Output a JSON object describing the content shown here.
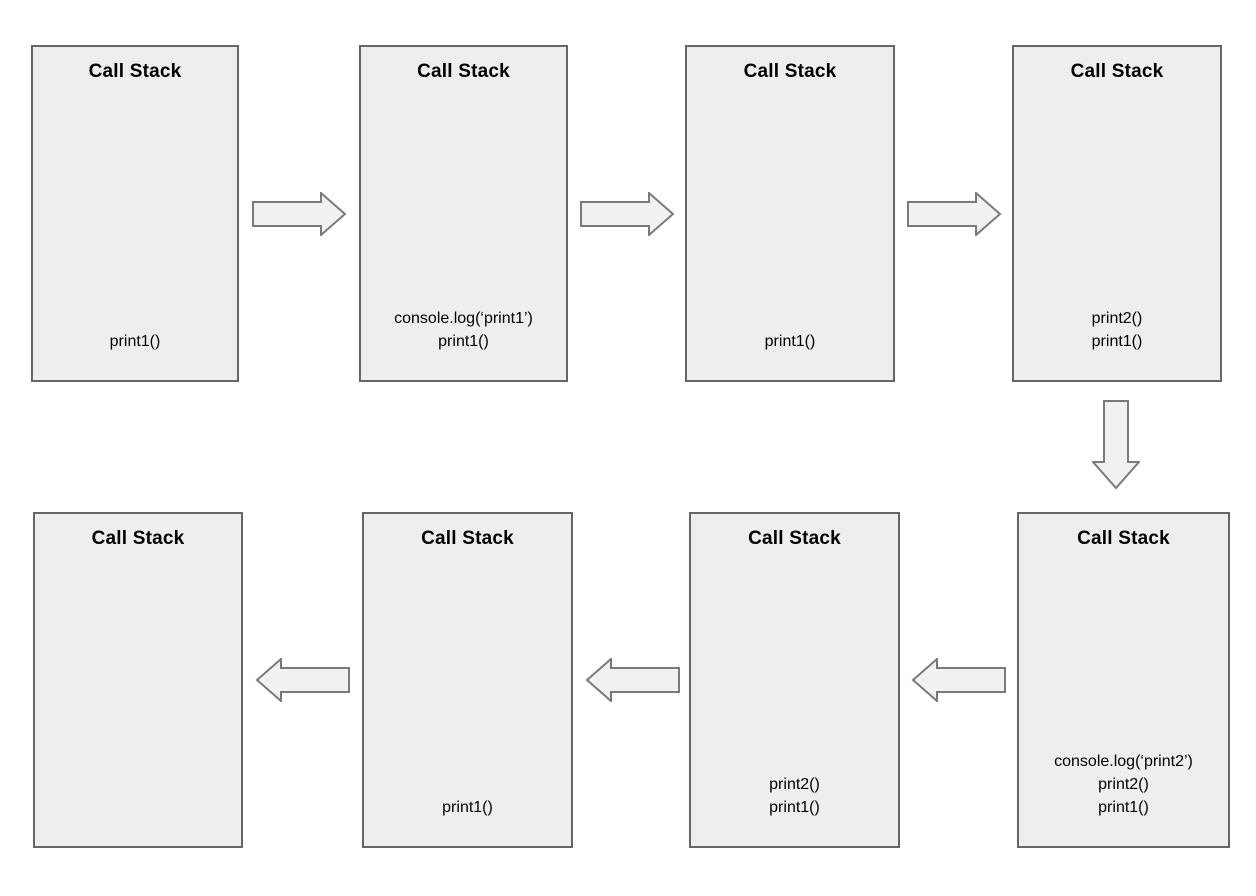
{
  "diagram": {
    "description": "Call stack execution flow diagram, 8 snapshots read left-to-right on top row, then down, then right-to-left on bottom row",
    "colors": {
      "background": "#ffffff",
      "box_fill": "#eeeeee",
      "box_border": "#666666",
      "arrow_fill": "#f1f1f1",
      "arrow_border": "#7a7a7a",
      "text": "#000000"
    },
    "panels": [
      {
        "title": "Call Stack",
        "stack": [
          "print1()"
        ]
      },
      {
        "title": "Call Stack",
        "stack": [
          "console.log(‘print1’)",
          "print1()"
        ]
      },
      {
        "title": "Call Stack",
        "stack": [
          "print1()"
        ]
      },
      {
        "title": "Call Stack",
        "stack": [
          "print2()",
          "print1()"
        ]
      },
      {
        "title": "Call Stack",
        "stack": []
      },
      {
        "title": "Call Stack",
        "stack": [
          "print1()"
        ]
      },
      {
        "title": "Call Stack",
        "stack": [
          "print2()",
          "print1()"
        ]
      },
      {
        "title": "Call Stack",
        "stack": [
          "console.log(‘print2’)",
          "print2()",
          "print1()"
        ]
      }
    ],
    "arrows": [
      {
        "direction": "right",
        "from_panel": 1,
        "to_panel": 2
      },
      {
        "direction": "right",
        "from_panel": 2,
        "to_panel": 3
      },
      {
        "direction": "right",
        "from_panel": 3,
        "to_panel": 4
      },
      {
        "direction": "down",
        "from_panel": 4,
        "to_panel": 8
      },
      {
        "direction": "left",
        "from_panel": 8,
        "to_panel": 7
      },
      {
        "direction": "left",
        "from_panel": 7,
        "to_panel": 6
      },
      {
        "direction": "left",
        "from_panel": 6,
        "to_panel": 5
      }
    ]
  }
}
